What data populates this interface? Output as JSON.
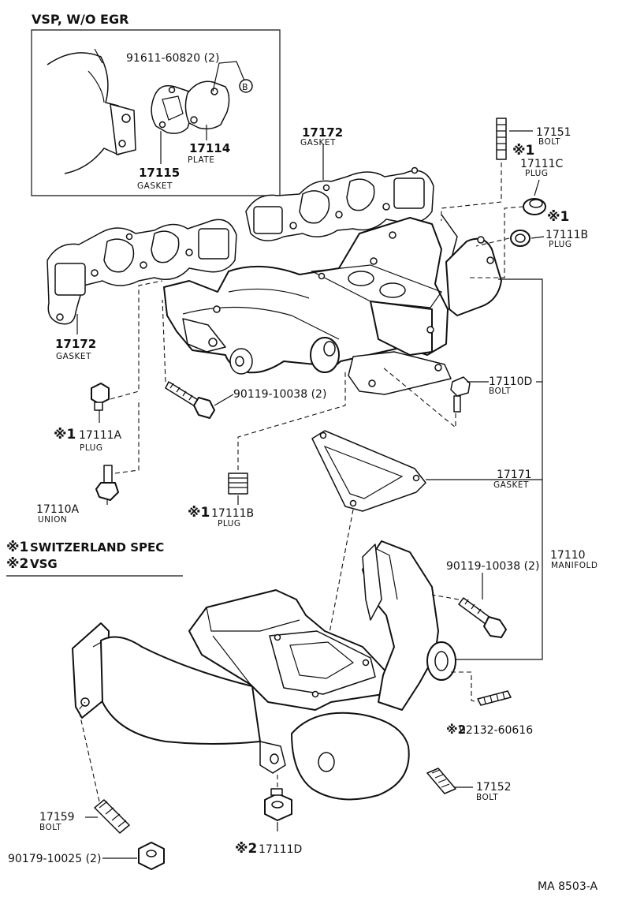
{
  "inset": {
    "title": "VSP, W/O  EGR",
    "bolt_ref": "91611-60820 (2)",
    "bolt_marker": "B",
    "plate_pn": "17114",
    "plate_desc": "PLATE",
    "gasket_pn": "17115",
    "gasket_desc": "GASKET"
  },
  "parts": {
    "gasket_upper": {
      "pn": "17172",
      "desc": "GASKET"
    },
    "gasket_lower": {
      "pn": "17172",
      "desc": "GASKET"
    },
    "bolt_17151": {
      "pn": "17151",
      "desc": "BOLT",
      "mark": "※1"
    },
    "plug_17111c": {
      "pn": "17111C",
      "desc": "PLUG"
    },
    "plug_17111b_top": {
      "pn": "17111B",
      "desc": "PLUG",
      "mark": "※1"
    },
    "bolt_17110d": {
      "pn": "17110D",
      "desc": "BOLT"
    },
    "bolt_90119_upper": {
      "pn": "90119-10038 (2)"
    },
    "plug_17111a": {
      "pn": "17111A",
      "desc": "PLUG",
      "mark": "※1"
    },
    "union_17110a": {
      "pn": "17110A",
      "desc": "UNION"
    },
    "plug_17111b_mid": {
      "pn": "17111B",
      "desc": "PLUG",
      "mark": "※1"
    },
    "gasket_17171": {
      "pn": "17171",
      "desc": "GASKET"
    },
    "manifold_17110": {
      "pn": "17110",
      "desc": "MANIFOLD"
    },
    "bolt_90119_lower": {
      "pn": "90119-10038 (2)"
    },
    "stud_92132": {
      "pn": "92132-60616",
      "mark": "※2"
    },
    "bolt_17152": {
      "pn": "17152",
      "desc": "BOLT"
    },
    "bolt_17159": {
      "pn": "17159",
      "desc": "BOLT"
    },
    "nut_90179": {
      "pn": "90179-10025 (2)"
    },
    "plug_17111d": {
      "pn": "17111D",
      "mark": "※2"
    }
  },
  "notes": [
    {
      "mark": "※1",
      "text": "SWITZERLAND  SPEC"
    },
    {
      "mark": "※2",
      "text": "VSG"
    }
  ],
  "footer_code": "MA  8503-A"
}
